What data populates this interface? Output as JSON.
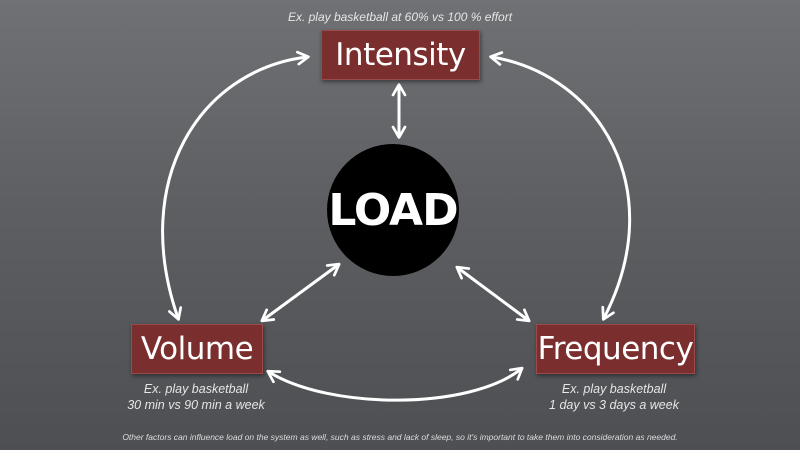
{
  "center": {
    "label": "LOAD"
  },
  "nodes": {
    "intensity": {
      "label": "Intensity",
      "example": "Ex. play basketball at 60% vs 100 % effort"
    },
    "volume": {
      "label": "Volume",
      "example_line1": "Ex. play basketball",
      "example_line2": "30 min vs 90 min a week"
    },
    "frequency": {
      "label": "Frequency",
      "example_line1": "Ex. play basketball",
      "example_line2": "1 day vs 3 days a week"
    }
  },
  "footer_note": "Other factors can influence load on the system as well, such as stress and lack of sleep, so it's important to take them into consideration as needed.",
  "colors": {
    "background": "#5f6165",
    "box_fill": "#7a2e2e",
    "center_fill": "#000000",
    "arrows": "#ffffff"
  }
}
